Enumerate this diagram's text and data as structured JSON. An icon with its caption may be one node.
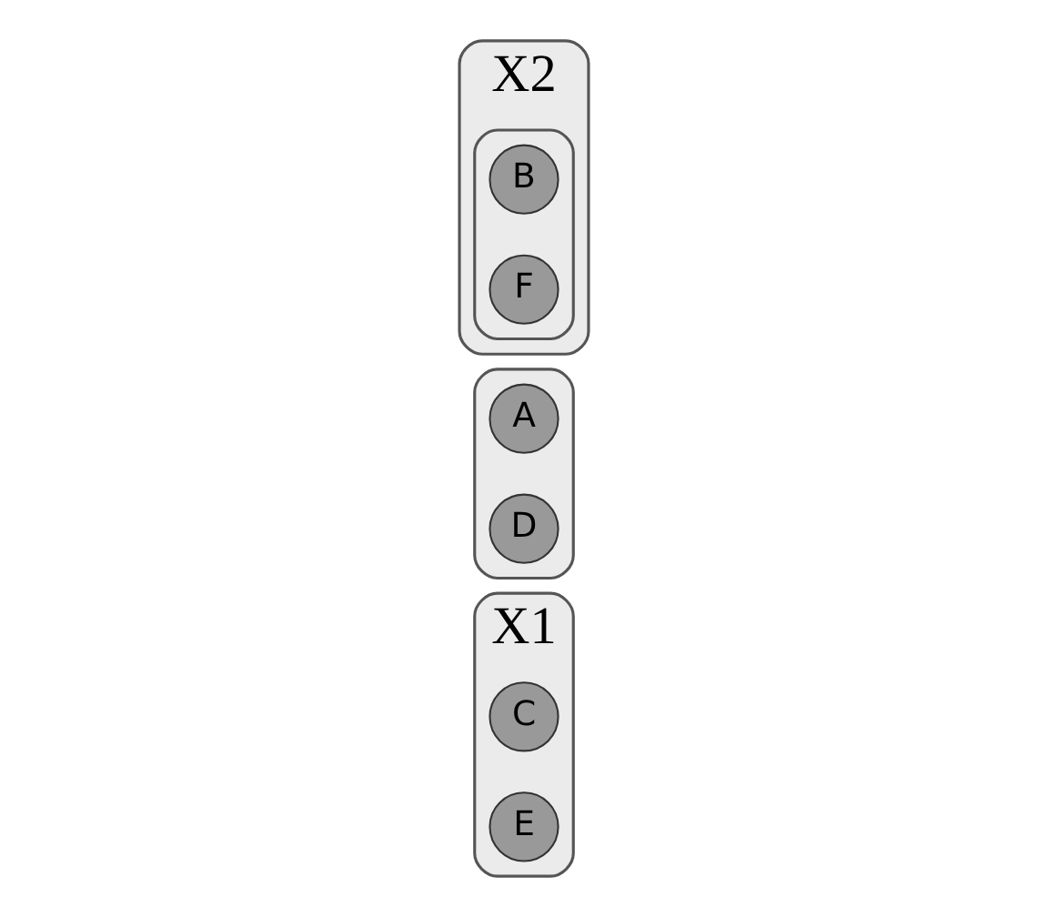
{
  "diagram": {
    "nodes": [
      {
        "text": [
          "X1"
        ]
      },
      {
        "text": [
          "C"
        ],
        "in": 0
      },
      {
        "text": [
          "E"
        ],
        "in": 0
      },
      {
        "text": [],
        "shape": "ellipse"
      },
      {
        "text": [
          "A"
        ],
        "in": 3
      },
      {
        "text": [
          "D"
        ],
        "in": 3
      },
      {
        "text": [
          "X2"
        ]
      },
      {
        "text": [],
        "shape": "ellipse",
        "in": 6
      },
      {
        "text": [
          "B"
        ],
        "in": 7
      },
      {
        "text": [
          "F"
        ],
        "in": 7
      }
    ],
    "edges": []
  }
}
